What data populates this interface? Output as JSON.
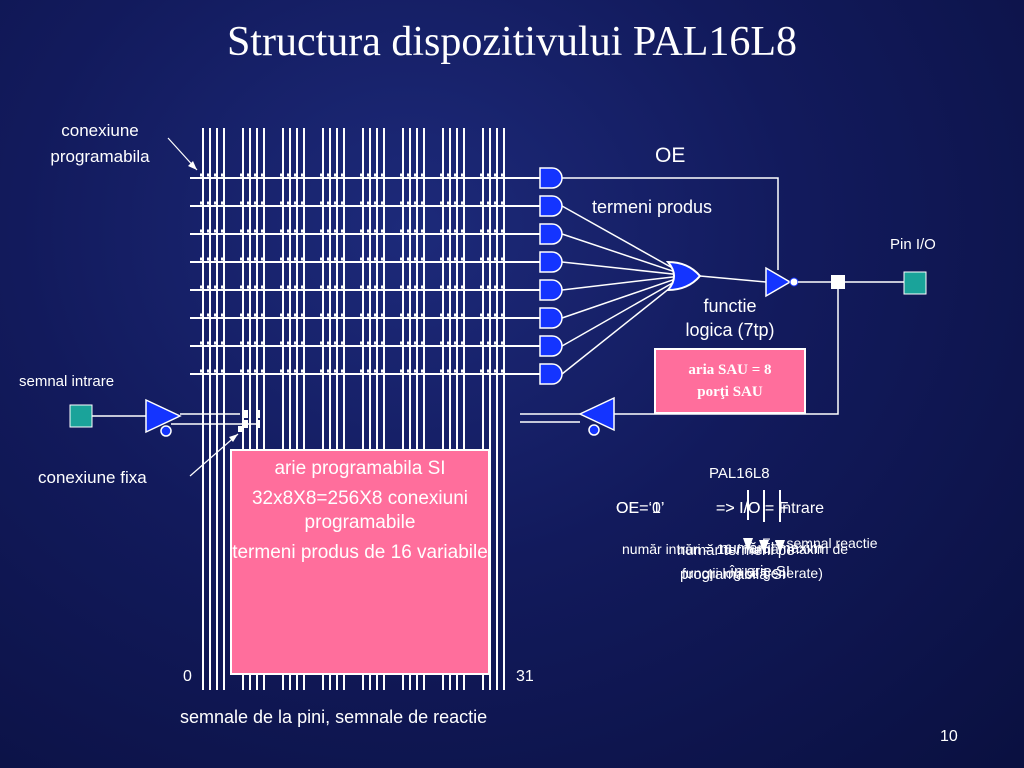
{
  "title": "Structura dispozitivului PAL16L8",
  "labels": {
    "conexiune_programabila": [
      "conexiune",
      "programabila"
    ],
    "semnal_intrare": "semnal intrare",
    "conexiune_fixa": "conexiune fixa",
    "oe": "OE",
    "termeni_produs": "termeni produs",
    "pin_io": "Pin I/O",
    "functie_logica": [
      "functie",
      "logica (7tp)"
    ],
    "index_start": "0",
    "index_end": "31",
    "bottom_caption": "semnale de la pini, semnale de reactie",
    "page_number": "10"
  },
  "and_array_box": {
    "line1": "arie programabila SI",
    "line2": "32x8X8=256X8 conexiuni programabile",
    "line3": "termeni produs de 16 variabile"
  },
  "or_array_box": {
    "line1": "aria SAU = 8",
    "line2": "porţi SAU"
  },
  "pal_notes": {
    "device": "PAL16L8",
    "oe_1": "OE=‘1’",
    "oe_0": "OE=‘0’",
    "arrow_io_f": "=>  I/O = F",
    "arrow_intrare": "=>  I/O = intrare",
    "overlap_a": "număr intrări = 16 / număr maxim de",
    "overlap_b": "funcţii logice generate)",
    "overlap_c": "F = semnal reactie",
    "overlap_d": "număr termeni pe",
    "overlap_e": "programabilă SI",
    "overlap_f": "numărul maxim",
    "overlap_g": "în arie SI"
  },
  "colors": {
    "background": "#121a5c",
    "gate_fill": "#1434ff",
    "io_pin": "#1aa39a",
    "pink_box": "#ff6e9c",
    "wire": "#ffffff"
  }
}
